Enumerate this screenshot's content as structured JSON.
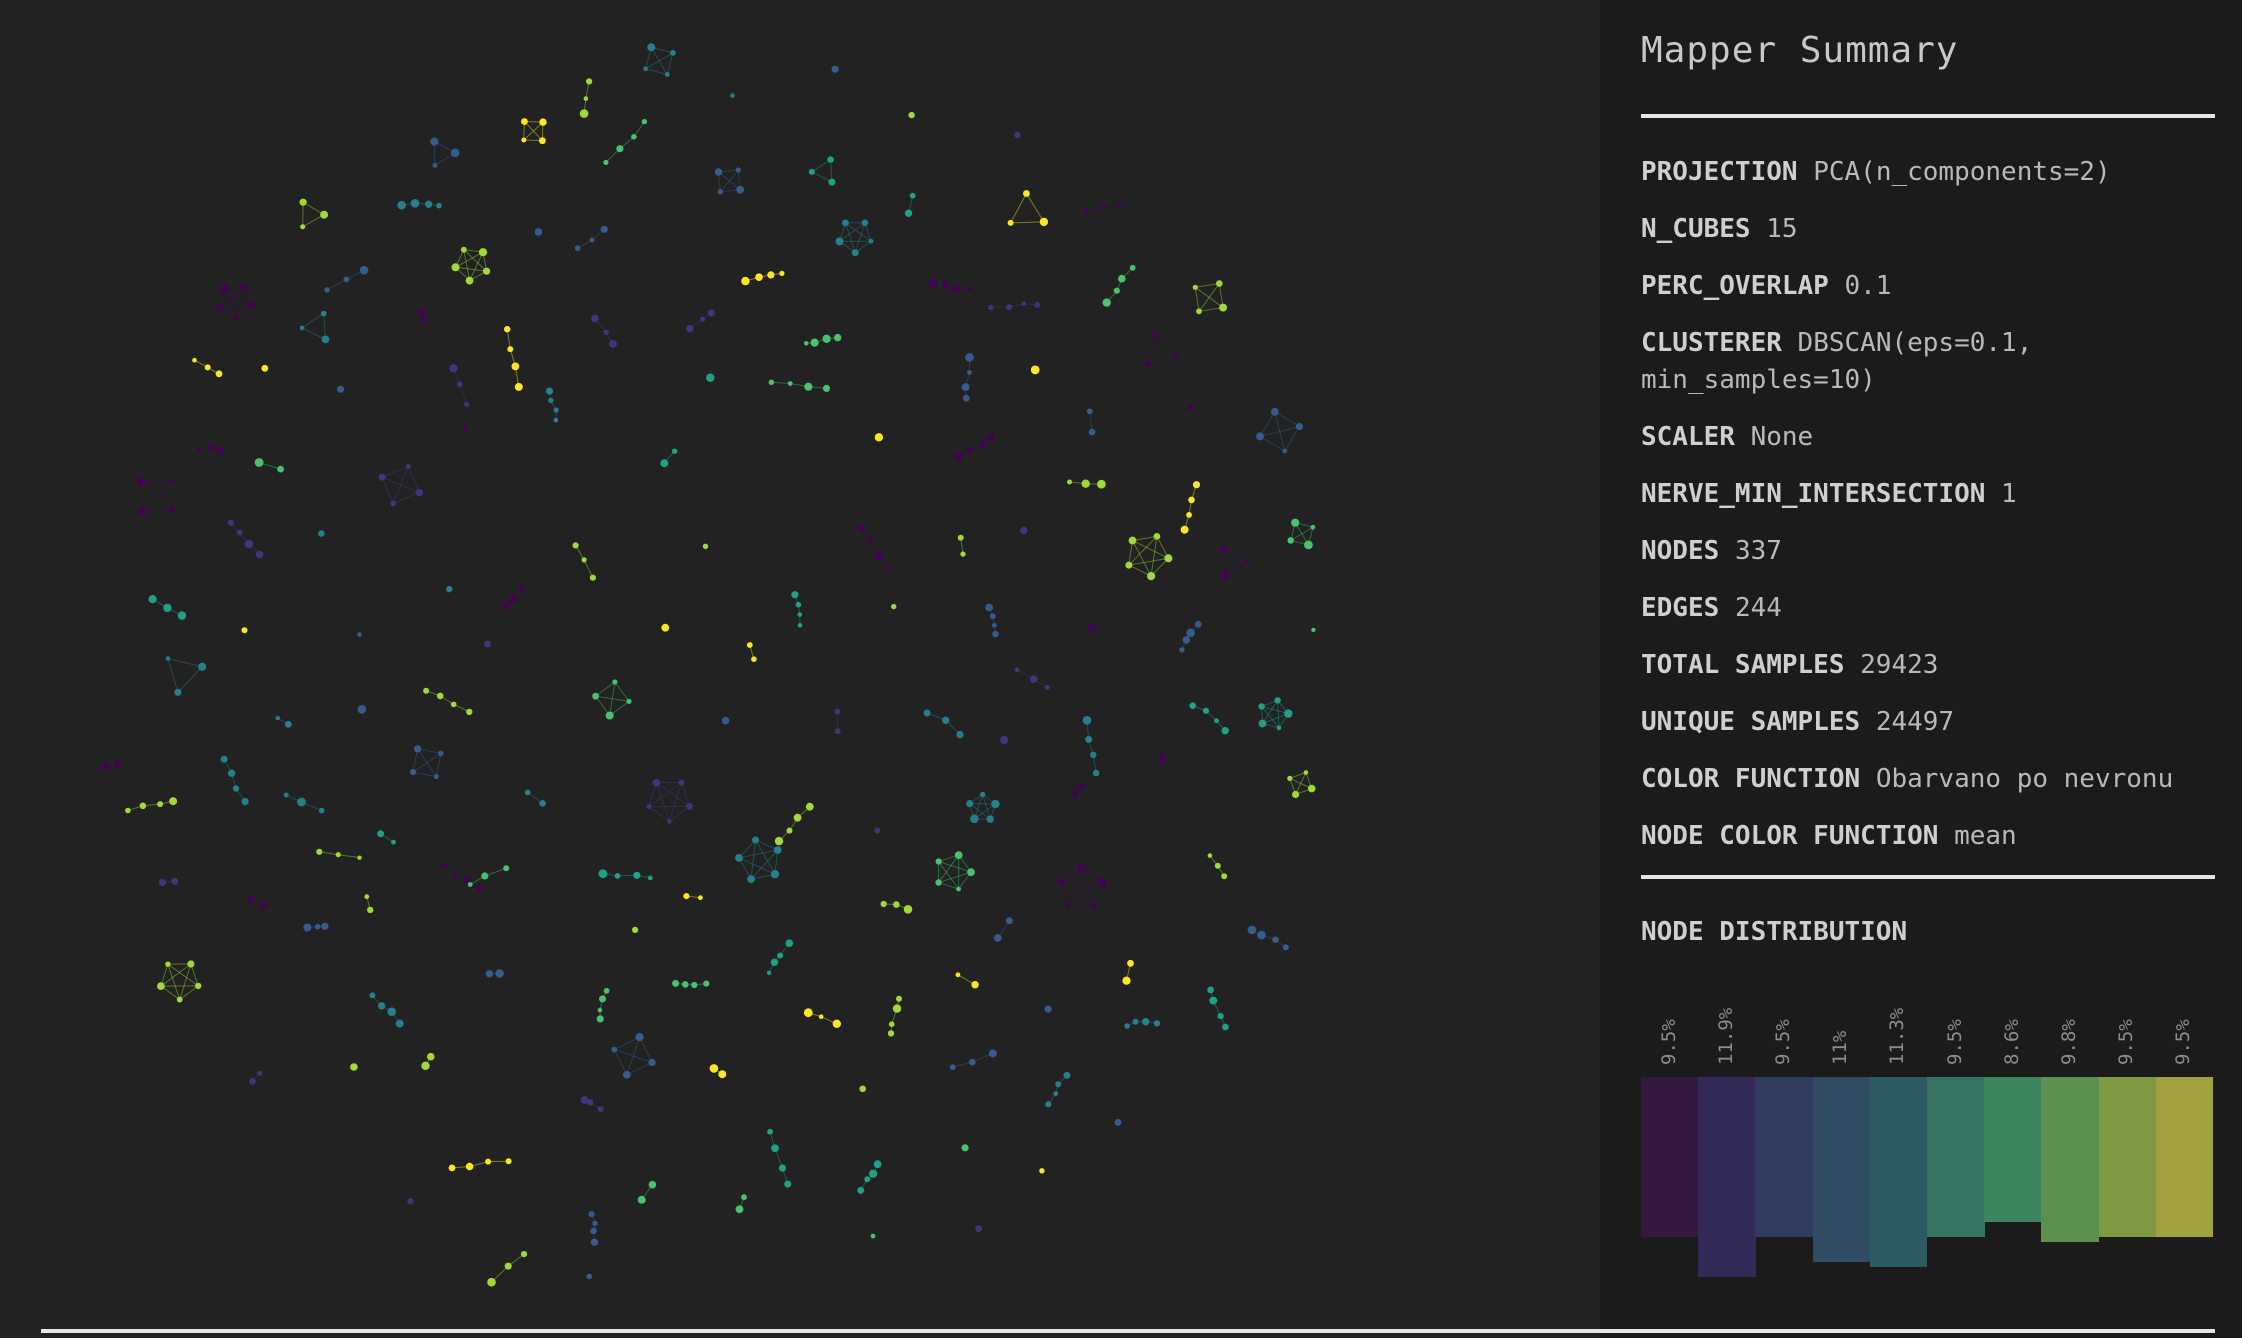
{
  "sidebar": {
    "title": "Mapper Summary",
    "params": [
      {
        "key": "PROJECTION",
        "value": "PCA(n_components=2)"
      },
      {
        "key": "N_CUBES",
        "value": "15"
      },
      {
        "key": "PERC_OVERLAP",
        "value": "0.1"
      },
      {
        "key": "CLUSTERER",
        "value": "DBSCAN(eps=0.1,\nmin_samples=10)"
      },
      {
        "key": "SCALER",
        "value": "None"
      },
      {
        "key": "NERVE_MIN_INTERSECTION",
        "value": "1"
      },
      {
        "key": "NODES",
        "value": "337"
      },
      {
        "key": "EDGES",
        "value": "244"
      },
      {
        "key": "TOTAL SAMPLES",
        "value": "29423"
      },
      {
        "key": "UNIQUE SAMPLES",
        "value": "24497"
      },
      {
        "key": "COLOR FUNCTION",
        "value": "Obarvano po nevronu"
      },
      {
        "key": "NODE COLOR FUNCTION",
        "value": "mean"
      }
    ],
    "distribution": {
      "title": "NODE DISTRIBUTION",
      "bins": [
        {
          "label": "9.5%",
          "value": 9.5,
          "color": "#34193e"
        },
        {
          "label": "11.9%",
          "value": 11.9,
          "color": "#342a57"
        },
        {
          "label": "9.5%",
          "value": 9.5,
          "color": "#303c5f"
        },
        {
          "label": "11%",
          "value": 11.0,
          "color": "#2f4c62"
        },
        {
          "label": "11.3%",
          "value": 11.3,
          "color": "#2e5a62"
        },
        {
          "label": "9.5%",
          "value": 9.5,
          "color": "#367464"
        },
        {
          "label": "8.6%",
          "value": 8.6,
          "color": "#3d855c"
        },
        {
          "label": "9.8%",
          "value": 9.8,
          "color": "#5c9050"
        },
        {
          "label": "9.5%",
          "value": 9.5,
          "color": "#7d9a42"
        },
        {
          "label": "9.5%",
          "value": 9.5,
          "color": "#a2a140"
        }
      ]
    }
  },
  "graph": {
    "node_palette": [
      "#440154",
      "#46337e",
      "#365c8d",
      "#277f8e",
      "#1fa187",
      "#4ac16d",
      "#9fda3a",
      "#fde725"
    ],
    "cluster_count": 160,
    "color_function": "Obarvano po nevronu"
  }
}
